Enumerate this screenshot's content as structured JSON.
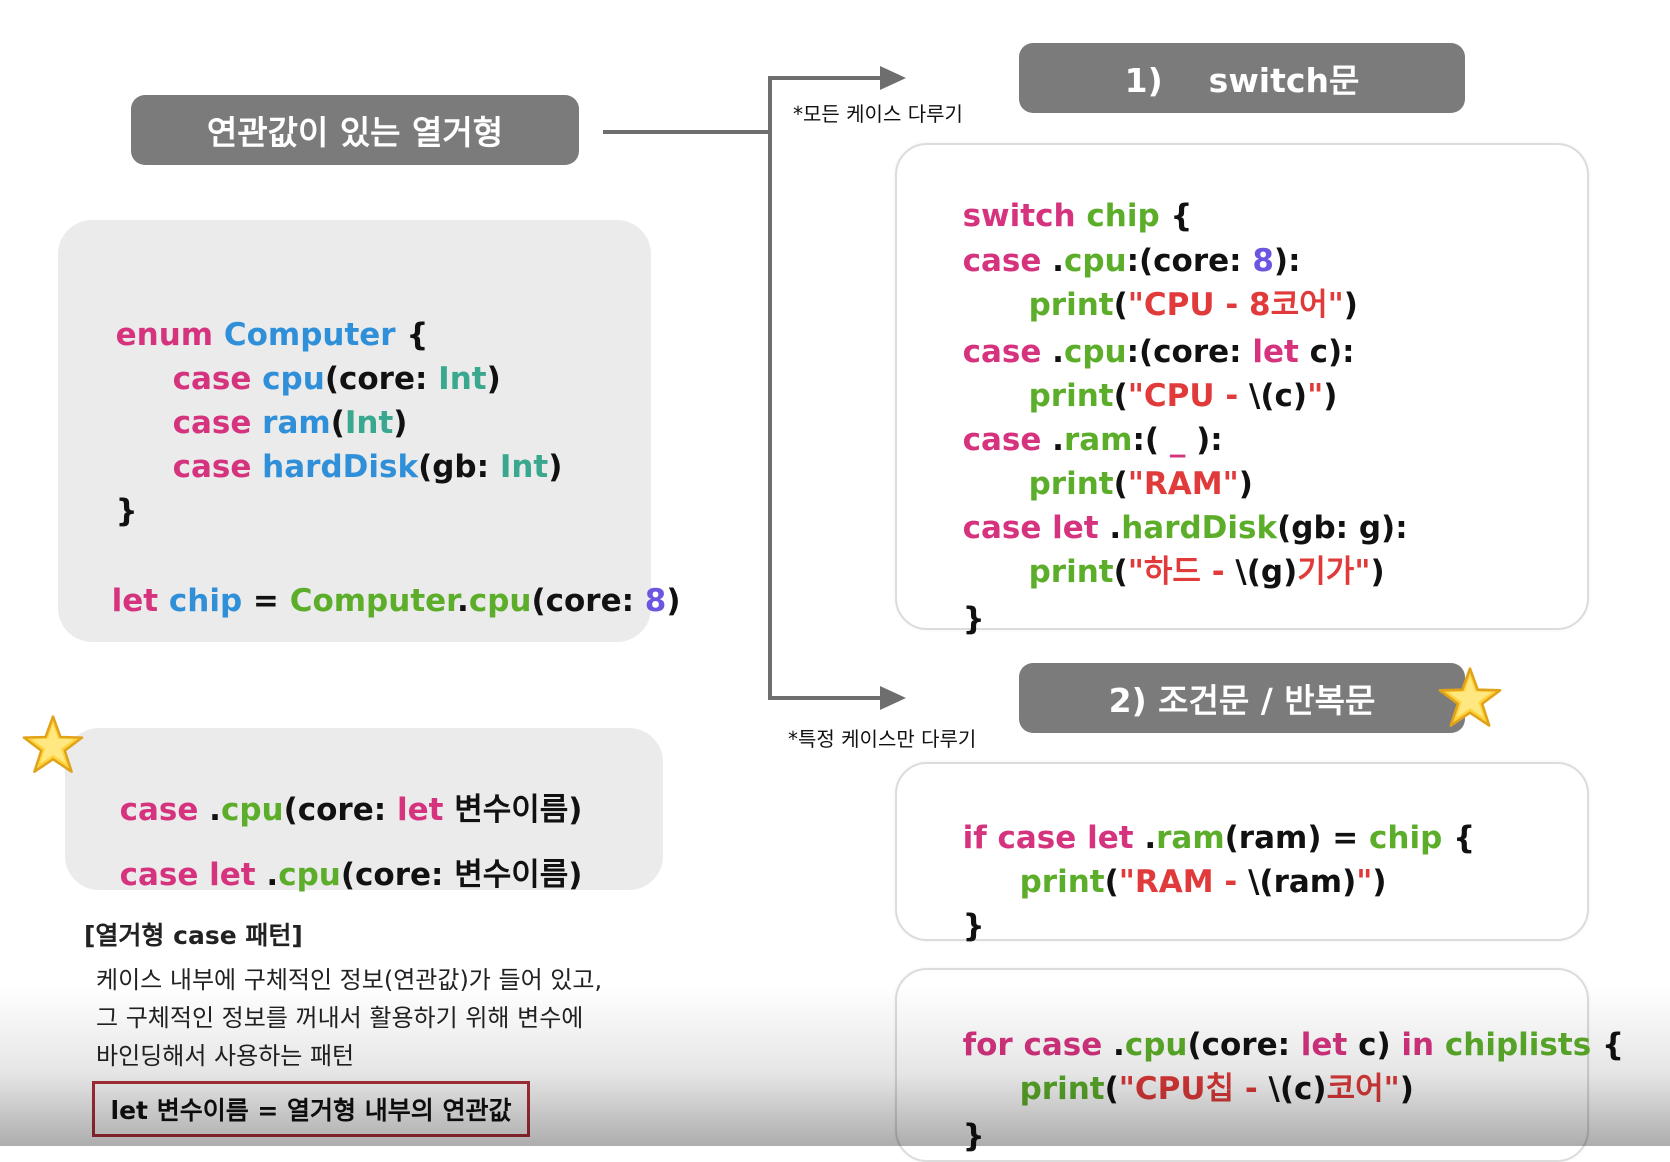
{
  "main_title": "연관값이 있는 열거형",
  "switch_title": "1)    switch문",
  "switch_note": "*모든 케이스 다루기",
  "cond_title": "2) 조건문 / 반복문",
  "cond_note": "*특정 케이스만 다루기",
  "enum_code": {
    "l1": {
      "a": "enum",
      "b": " Computer",
      "c": " {"
    },
    "l2": {
      "a": "case",
      "b": " cpu",
      "c": "(core: ",
      "d": "Int",
      "e": ")"
    },
    "l3": {
      "a": "case",
      "b": " ram",
      "c": "(",
      "d": "Int",
      "e": ")"
    },
    "l4": {
      "a": "case",
      "b": " hardDisk",
      "c": "(gb: ",
      "d": "Int",
      "e": ")"
    },
    "l5": {
      "a": "}"
    },
    "l6": {
      "a": "let",
      "b": " chip",
      "c": " = ",
      "d": "Computer",
      "e": ".",
      "f": "cpu",
      "g": "(core: ",
      "h": "8",
      "i": ")"
    }
  },
  "pattern_code": {
    "l1": {
      "a": "case",
      "b": " .",
      "c": "cpu",
      "d": "(core: ",
      "e": "let",
      "f": " 변수이름)"
    },
    "l2": {
      "a": "case let",
      "b": " .",
      "c": "cpu",
      "d": "(core: 변수이름)"
    }
  },
  "switch_code": {
    "l1": {
      "a": "switch",
      "b": " chip",
      "c": " {"
    },
    "l2": {
      "a": "case",
      "b": " .",
      "c": "cpu",
      "d": ":(core: ",
      "e": "8",
      "f": "):"
    },
    "l3": {
      "a": "print",
      "b": "(",
      "c": "\"CPU - 8코어\"",
      "d": ")"
    },
    "l4": {
      "a": "case",
      "b": " .",
      "c": "cpu",
      "d": ":(core: ",
      "e": "let",
      "f": " c):"
    },
    "l5": {
      "a": "print",
      "b": "(",
      "c": "\"CPU - ",
      "d": "\\(c)",
      "e": "\"",
      "f": ")"
    },
    "l6": {
      "a": "case",
      "b": " .",
      "c": "ram",
      "d": ":( ",
      "e": "_",
      "f": " ):"
    },
    "l7": {
      "a": "print",
      "b": "(",
      "c": "\"RAM\"",
      "d": ")"
    },
    "l8": {
      "a": "case let",
      "b": " .",
      "c": "hardDisk",
      "d": "(gb: g):"
    },
    "l9": {
      "a": "print",
      "b": "(",
      "c": "\"하드 - ",
      "d": "\\(g)",
      "e": "기가\"",
      "f": ")"
    },
    "l10": {
      "a": "}"
    }
  },
  "if_code": {
    "l1": {
      "a": "if case let",
      "b": " .",
      "c": "ram",
      "d": "(ram) = ",
      "e": "chip",
      "f": " {"
    },
    "l2": {
      "a": "print",
      "b": "(",
      "c": "\"RAM - ",
      "d": "\\(ram)",
      "e": "\"",
      "f": ")"
    },
    "l3": {
      "a": "}"
    }
  },
  "for_code": {
    "l1": {
      "a": "for case",
      "b": " .",
      "c": "cpu",
      "d": "(core: ",
      "e": "let",
      "f": " c) ",
      "g": "in",
      "h": " chiplists",
      "i": " {"
    },
    "l2": {
      "a": "print",
      "b": "(",
      "c": "\"CPU칩 - ",
      "d": "\\(c)",
      "e": "코어\"",
      "f": ")"
    },
    "l3": {
      "a": "}"
    }
  },
  "pattern_heading": "[열거형 case 패턴]",
  "pattern_desc": [
    "케이스 내부에 구체적인 정보(연관값)가 들어 있고,",
    "그 구체적인 정보를 꺼내서 활용하기 위해 변수에",
    "바인딩해서 사용하는 패턴"
  ],
  "boxed_rule": "let 변수이름 = 열거형 내부의 연관값",
  "colors": {
    "keyword": "#d6337f",
    "type": "#2f8fd9",
    "type_builtin": "#3aa78f",
    "identifier": "#5cae2a",
    "number": "#6a56e0",
    "string": "#e03a3a",
    "pill": "#7b7b7b",
    "rule_border": "#b0303a"
  },
  "icons": [
    "star-icon",
    "arrow-right-icon"
  ]
}
